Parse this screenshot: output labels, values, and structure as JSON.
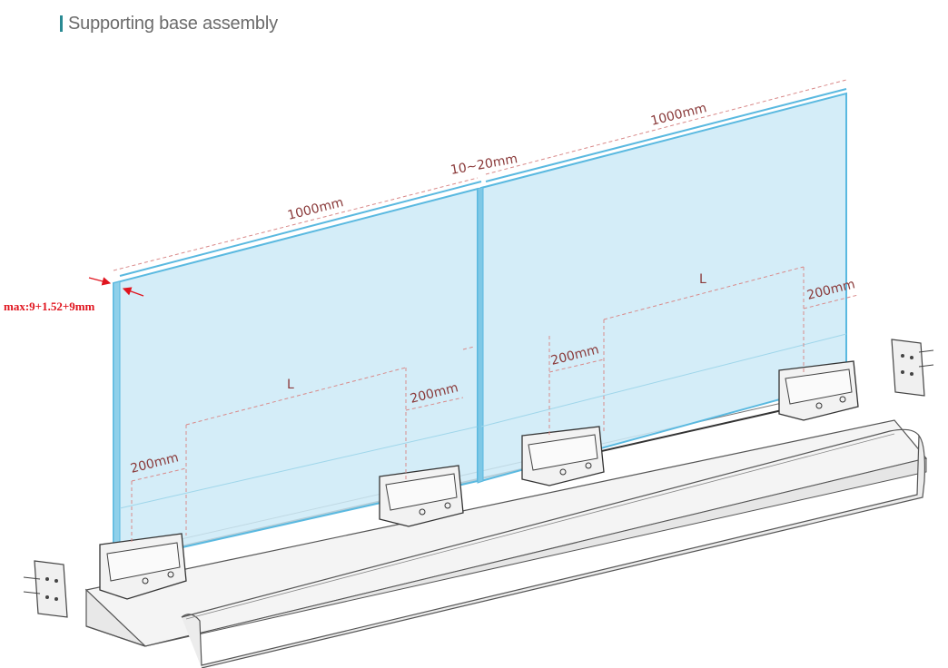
{
  "header": {
    "title": "Supporting base assembly",
    "accent": "#2a8a93"
  },
  "colors": {
    "glass_fill": "#cdeaf7",
    "glass_edge": "#5ab9e0",
    "dimension_line": "#d98a8a",
    "note_red": "#e0141e"
  },
  "labels": {
    "glass_thickness": "max:9+1.52+9mm",
    "panel_width_left": "1000mm",
    "panel_width_right": "1000mm",
    "panel_gap": "10~20mm",
    "left_spacing_L": "L",
    "right_spacing_L": "L",
    "left_end_offset": "200mm",
    "left_mid_offset": "200mm",
    "right_mid_offset": "200mm",
    "right_end_offset": "200mm"
  }
}
